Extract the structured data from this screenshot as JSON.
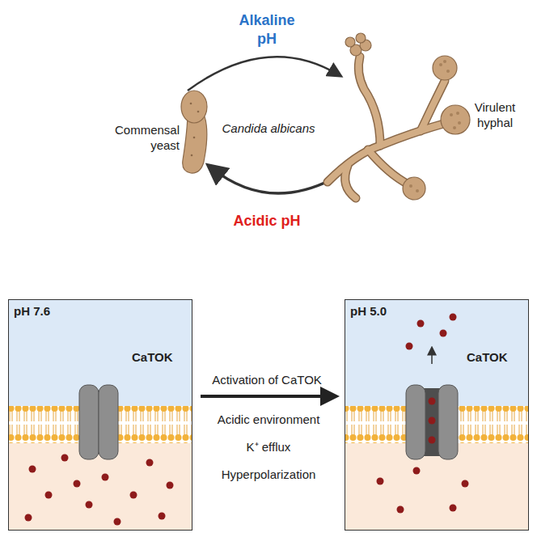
{
  "diagram": {
    "nodes": [
      {
        "text": [
          "pH 7.6",
          "CaTOK"
        ]
      },
      {
        "text": [
          "pH 5.0",
          "CaTOK"
        ]
      }
    ],
    "edges": [
      {
        "from": 0,
        "to": 1,
        "arrow": "to",
        "label": "Activation of CaTOK"
      }
    ],
    "labels": [
      "Alkaline pH",
      "Commensal yeast",
      "Candida albicans",
      "Virulent hyphal",
      "Acidic pH",
      "Acidic environment",
      "K⁺ efflux",
      "Hyperpolarization"
    ]
  }
}
